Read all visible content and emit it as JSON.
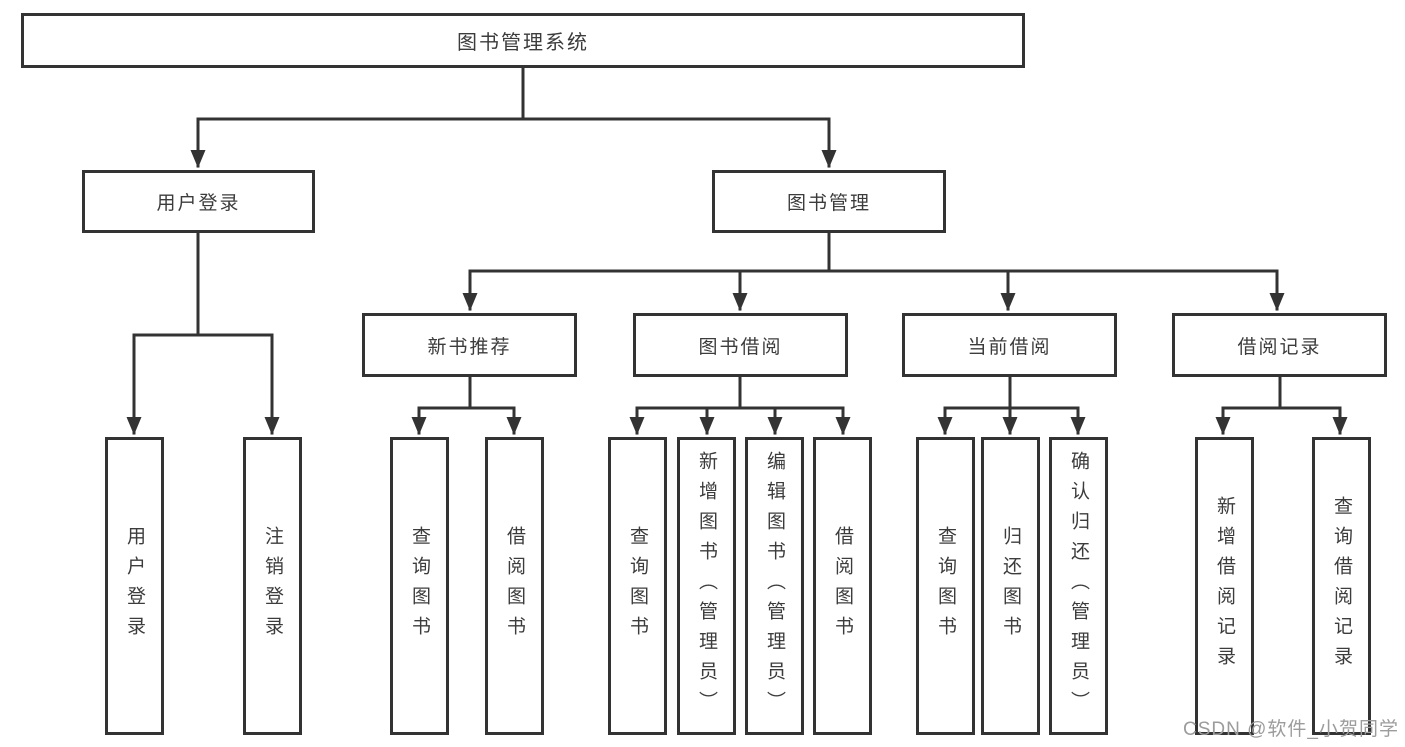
{
  "tree": {
    "label": "图书管理系统",
    "children": [
      {
        "label": "用户登录",
        "children": [
          {
            "label": "用户登录"
          },
          {
            "label": "注销登录"
          }
        ]
      },
      {
        "label": "图书管理",
        "children": [
          {
            "label": "新书推荐",
            "children": [
              {
                "label": "查询图书"
              },
              {
                "label": "借阅图书"
              }
            ]
          },
          {
            "label": "图书借阅",
            "children": [
              {
                "label": "查询图书"
              },
              {
                "label": "新增图书（管理员）"
              },
              {
                "label": "编辑图书（管理员）"
              },
              {
                "label": "借阅图书"
              }
            ]
          },
          {
            "label": "当前借阅",
            "children": [
              {
                "label": "查询图书"
              },
              {
                "label": "归还图书"
              },
              {
                "label": "确认归还（管理员）"
              }
            ]
          },
          {
            "label": "借阅记录",
            "children": [
              {
                "label": "新增借阅记录"
              },
              {
                "label": "查询借阅记录"
              }
            ]
          }
        ]
      }
    ]
  },
  "watermark": {
    "text": "CSDN @软件_小贺同学"
  },
  "colors": {
    "line": "#333333",
    "text": "#3c3c3c",
    "watermark": "#9c9c9c",
    "background": "#ffffff"
  }
}
